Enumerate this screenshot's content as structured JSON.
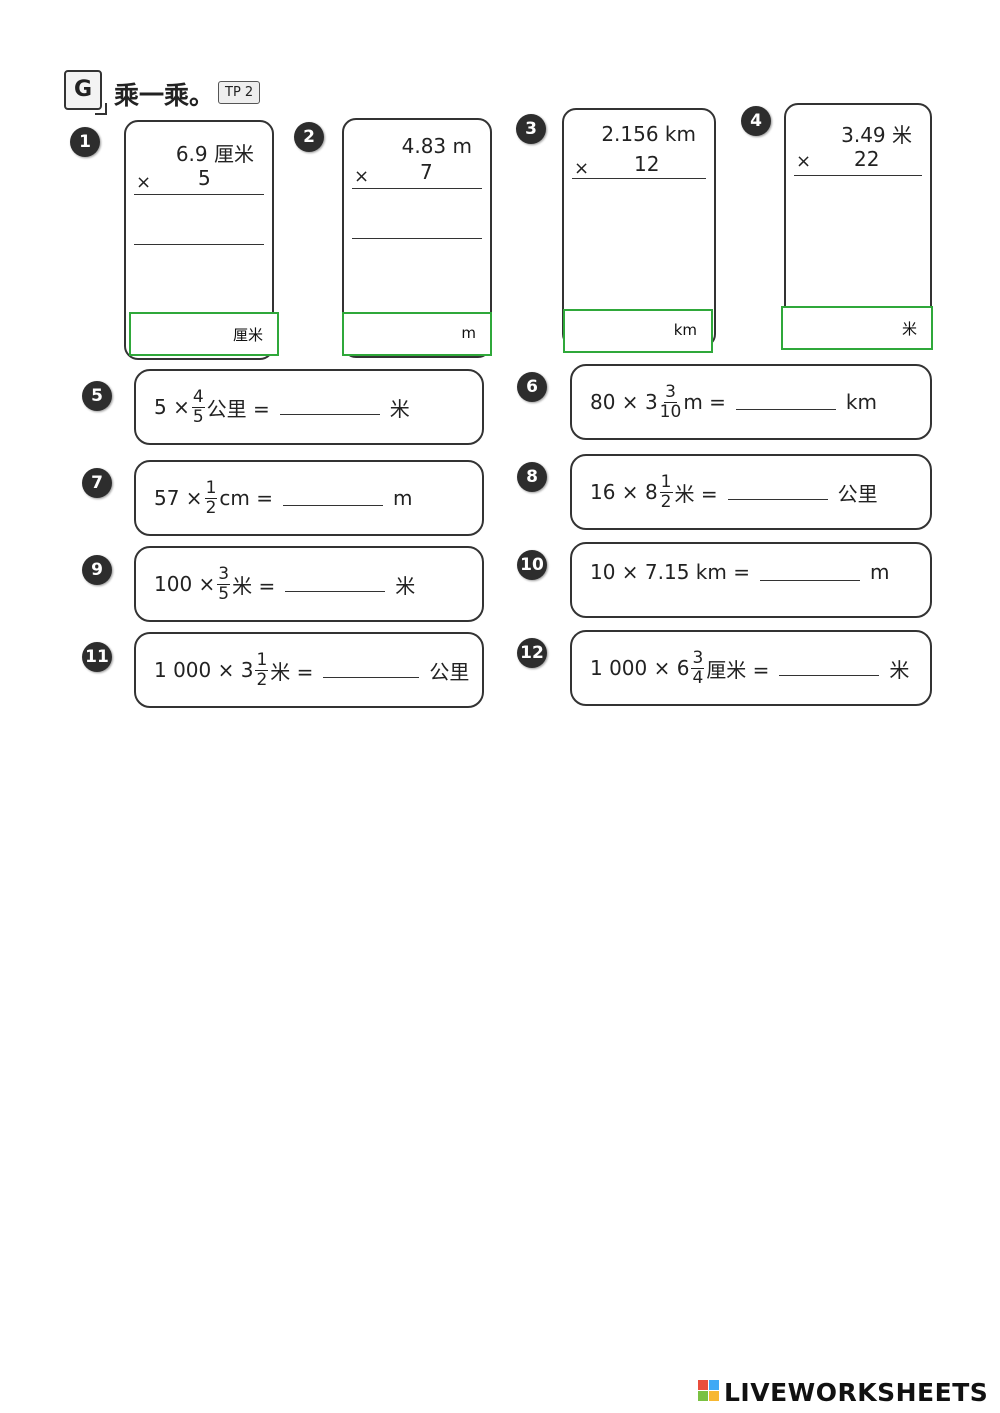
{
  "header": {
    "badge": "G",
    "title": "乘一乘。",
    "tag": "TP 2"
  },
  "vertical_problems": [
    {
      "number": "1",
      "top": "6.9 厘米",
      "times": "×",
      "multiplier": "5",
      "answer_unit": "厘米"
    },
    {
      "number": "2",
      "top": "4.83 m",
      "times": "×",
      "multiplier": "7",
      "answer_unit": "m"
    },
    {
      "number": "3",
      "top": "2.156 km",
      "times": "×",
      "multiplier": "12",
      "answer_unit": "km"
    },
    {
      "number": "4",
      "top": "3.49 米",
      "times": "×",
      "multiplier": "22",
      "answer_unit": "米"
    }
  ],
  "equations": [
    {
      "number": "5",
      "pre": "5 ×",
      "whole": "",
      "num": "4",
      "den": "5",
      "post": "公里 =",
      "unit": "米"
    },
    {
      "number": "6",
      "pre": "80 ×",
      "whole": "3",
      "num": "3",
      "den": "10",
      "post": "m =",
      "unit": "km"
    },
    {
      "number": "7",
      "pre": "57 ×",
      "whole": "",
      "num": "1",
      "den": "2",
      "post": "cm =",
      "unit": "m"
    },
    {
      "number": "8",
      "pre": "16 ×",
      "whole": "8",
      "num": "1",
      "den": "2",
      "post": "米 =",
      "unit": "公里"
    },
    {
      "number": "9",
      "pre": "100 ×",
      "whole": "",
      "num": "3",
      "den": "5",
      "post": "米 =",
      "unit": "米"
    },
    {
      "number": "10",
      "pre": "10 × 7.15 km =",
      "whole": "",
      "num": "",
      "den": "",
      "post": "",
      "unit": "m"
    },
    {
      "number": "11",
      "pre": "1 000 ×",
      "whole": "3",
      "num": "1",
      "den": "2",
      "post": "米 =",
      "unit": "公里"
    },
    {
      "number": "12",
      "pre": "1 000 ×",
      "whole": "6",
      "num": "3",
      "den": "4",
      "post": "厘米 =",
      "unit": "米"
    }
  ],
  "footer": {
    "logo": "LIVEWORKSHEETS"
  },
  "colors": {
    "answer_border": "#2fa83a",
    "ink": "#222222"
  }
}
